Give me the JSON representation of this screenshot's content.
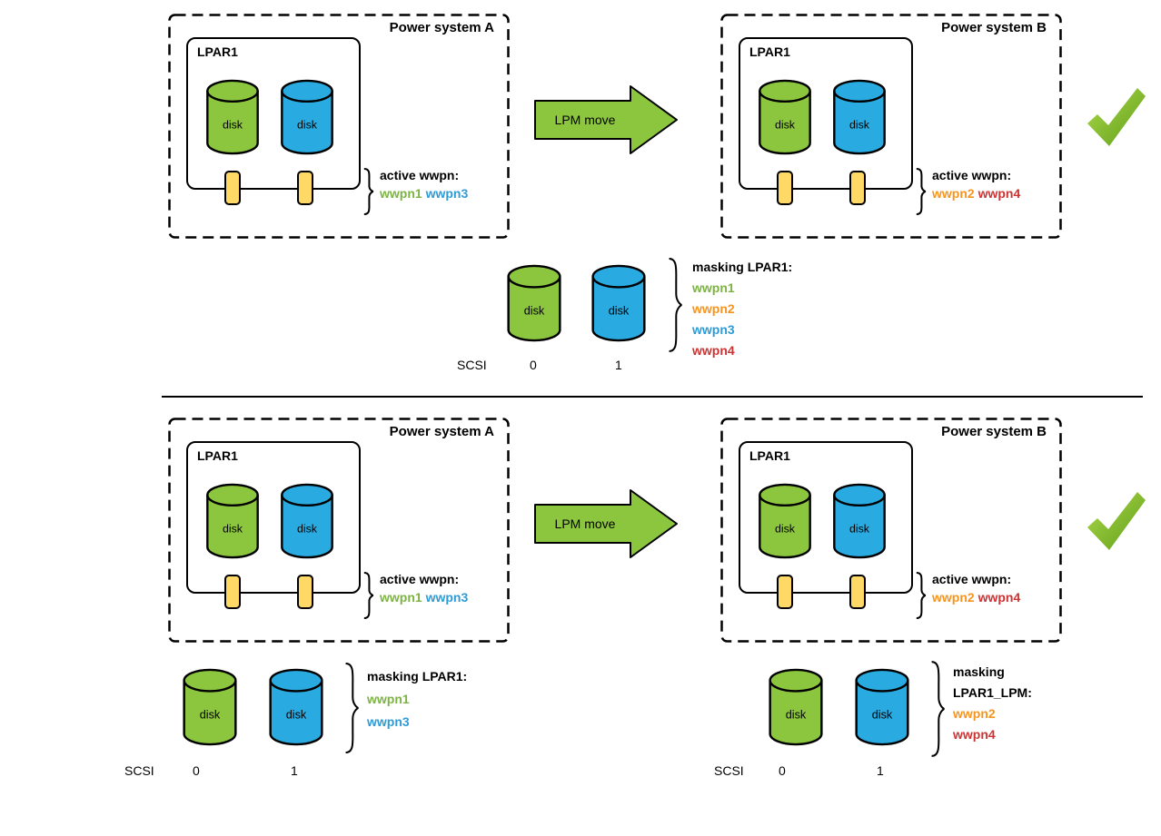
{
  "colors": {
    "disk_green": "#8CC63F",
    "disk_blue": "#29ABE2",
    "adapter_yellow": "#FFD966",
    "arrow_green": "#8CC63F",
    "wwpn1": "#7CB342",
    "wwpn2": "#F7941D",
    "wwpn3": "#2E9BD6",
    "wwpn4": "#CC3333",
    "check_light": "#AEDB4A",
    "check_dark": "#5E9C1A"
  },
  "s1": {
    "a": {
      "title": "Power system A",
      "lpar": "LPAR1",
      "disk1": "disk",
      "disk2": "disk",
      "active_label": "active wwpn:",
      "w1": "wwpn1",
      "w2": "wwpn3"
    },
    "arrow": "LPM move",
    "b": {
      "title": "Power system B",
      "lpar": "LPAR1",
      "disk1": "disk",
      "disk2": "disk",
      "active_label": "active wwpn:",
      "w1": "wwpn2",
      "w2": "wwpn4"
    },
    "storage": {
      "disk1": "disk",
      "disk2": "disk",
      "masking": "masking LPAR1:",
      "w1": "wwpn1",
      "w2": "wwpn2",
      "w3": "wwpn3",
      "w4": "wwpn4",
      "scsi": "SCSI",
      "id0": "0",
      "id1": "1"
    }
  },
  "s2": {
    "a": {
      "title": "Power system A",
      "lpar": "LPAR1",
      "disk1": "disk",
      "disk2": "disk",
      "active_label": "active wwpn:",
      "w1": "wwpn1",
      "w2": "wwpn3"
    },
    "arrow": "LPM move",
    "b": {
      "title": "Power system B",
      "lpar": "LPAR1",
      "disk1": "disk",
      "disk2": "disk",
      "active_label": "active wwpn:",
      "w1": "wwpn2",
      "w2": "wwpn4"
    },
    "storage_a": {
      "disk1": "disk",
      "disk2": "disk",
      "masking": "masking LPAR1:",
      "w1": "wwpn1",
      "w2": "wwpn3",
      "scsi": "SCSI",
      "id0": "0",
      "id1": "1"
    },
    "storage_b": {
      "disk1": "disk",
      "disk2": "disk",
      "masking1": "masking",
      "masking2": "LPAR1_LPM:",
      "w1": "wwpn2",
      "w2": "wwpn4",
      "scsi": "SCSI",
      "id0": "0",
      "id1": "1"
    }
  }
}
